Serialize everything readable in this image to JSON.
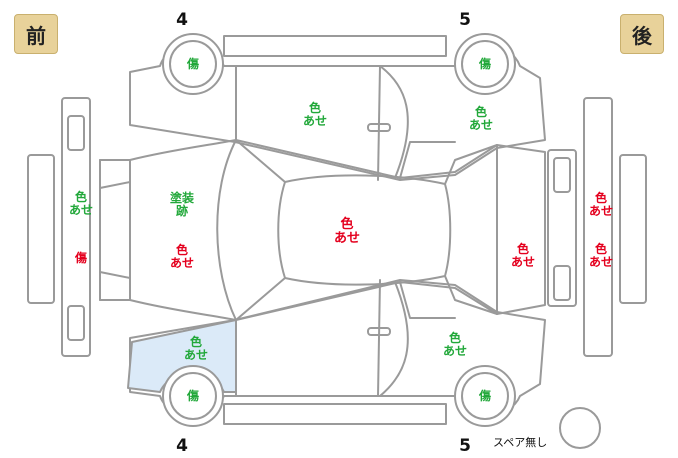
{
  "badges": {
    "front": "前",
    "rear": "後"
  },
  "wheel_numbers": {
    "top_left": "4",
    "top_right": "5",
    "bottom_left": "4",
    "bottom_right": "5"
  },
  "marks": {
    "wheel_top_left": "傷",
    "wheel_top_right": "傷",
    "wheel_bottom_left": "傷",
    "wheel_bottom_right": "傷",
    "door_front_top": "色\nあせ",
    "door_rear_top": "色\nあせ",
    "front_bumper_upper": "色\nあせ",
    "front_bumper_lower": "傷",
    "hood_upper": "塗装\n跡",
    "hood_lower": "色\nあせ",
    "roof": "色\nあせ",
    "trunk": "色\nあせ",
    "rear_bumper_upper": "色\nあせ",
    "rear_bumper_lower": "色\nあせ",
    "fender_bottom_left": "色\nあせ",
    "door_rear_bottom": "色\nあせ"
  },
  "colors": {
    "green": "#22a83a",
    "red": "#e4001e",
    "highlight": "#dbeaf8",
    "outline": "#9a9a9a"
  },
  "spare": {
    "label": "スペア無し"
  }
}
